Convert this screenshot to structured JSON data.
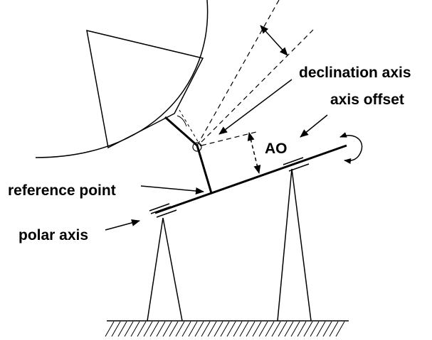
{
  "labels": {
    "declination_axis": "declination axis",
    "axis_offset": "axis offset",
    "ao": "AO",
    "reference_point": "reference point",
    "polar_axis": "polar axis"
  },
  "colors": {
    "stroke": "#000000",
    "background": "#ffffff"
  }
}
